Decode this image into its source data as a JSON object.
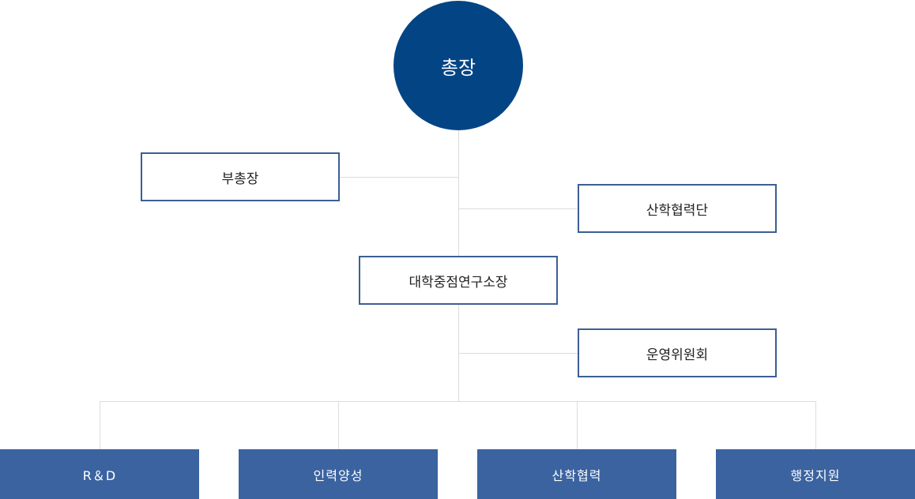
{
  "colors": {
    "circle": "#034584",
    "box_border": "#3c5f94",
    "unit_fill": "#3b63a0",
    "connector": "#dcdcdc"
  },
  "org": {
    "president": "총장",
    "vice_president": "부총장",
    "industry_cooperation_foundation": "산학협력단",
    "institute_director": "대학중점연구소장",
    "steering_committee": "운영위원회",
    "units": [
      "R＆D",
      "인력양성",
      "산학협력",
      "행정지원"
    ]
  }
}
